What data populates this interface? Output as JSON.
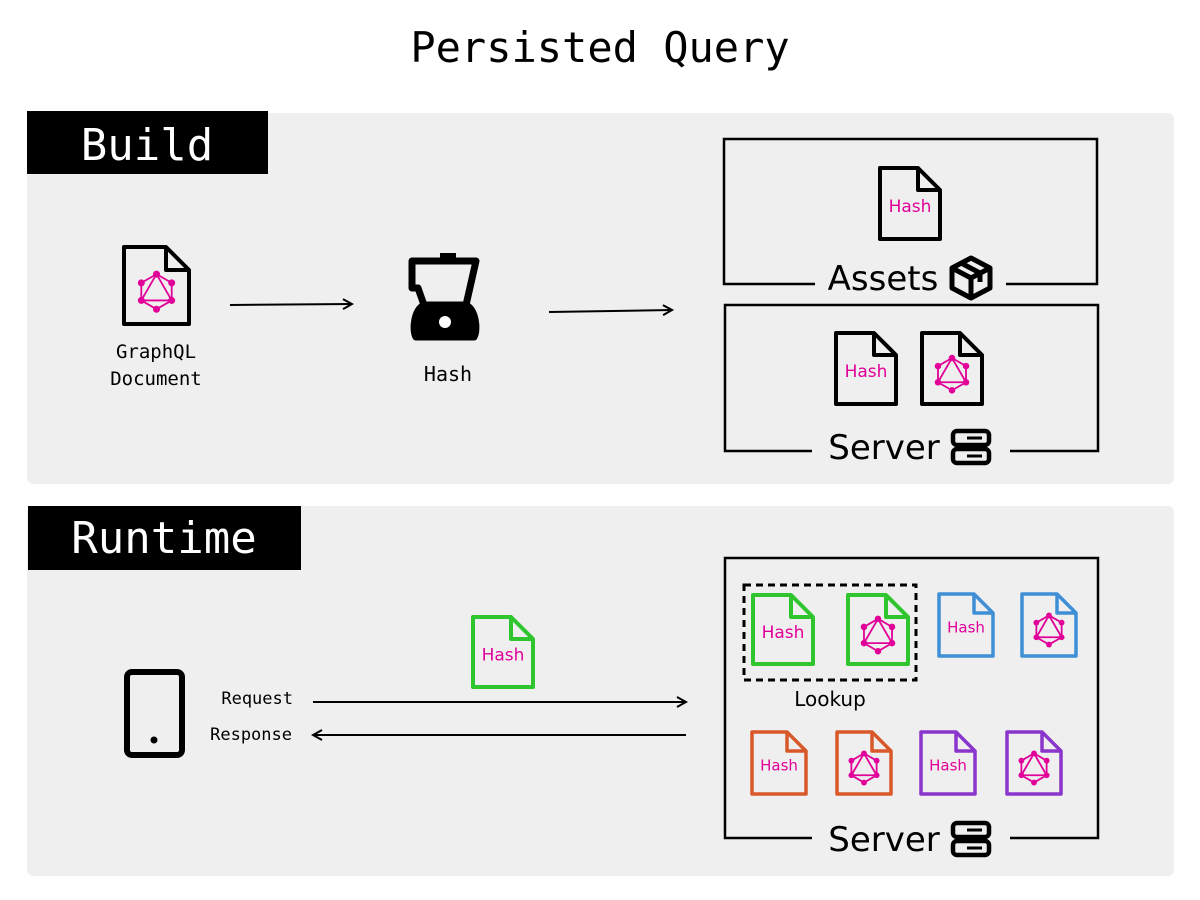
{
  "title": "Persisted Query",
  "colors": {
    "panel_bg": "#efefef",
    "header_bg": "#000000",
    "header_text": "#ffffff",
    "ink": "#000000",
    "graphql_magenta": "#e10098",
    "green": "#2fc52f",
    "blue": "#3f8fd6",
    "orange": "#d9582a",
    "purple": "#8a35cc"
  },
  "build": {
    "header": "Build",
    "graphql_document_label": [
      "GraphQL",
      "Document"
    ],
    "hash_label": "Hash",
    "assets": {
      "label": "Assets",
      "file_label": "Hash"
    },
    "server": {
      "label": "Server",
      "file_label": "Hash"
    }
  },
  "runtime": {
    "header": "Runtime",
    "request_label": "Request",
    "response_label": "Response",
    "payload_label": "Hash",
    "server": {
      "label": "Server",
      "lookup_label": "Lookup",
      "file_label": "Hash"
    }
  },
  "icons": {
    "graphql_document": "graphql-document-icon",
    "blender": "blender-icon",
    "package": "package-icon",
    "server_rack": "server-rack-icon",
    "phone": "phone-icon",
    "hash_file": "hash-file-icon",
    "graphql_file": "graphql-file-icon"
  }
}
